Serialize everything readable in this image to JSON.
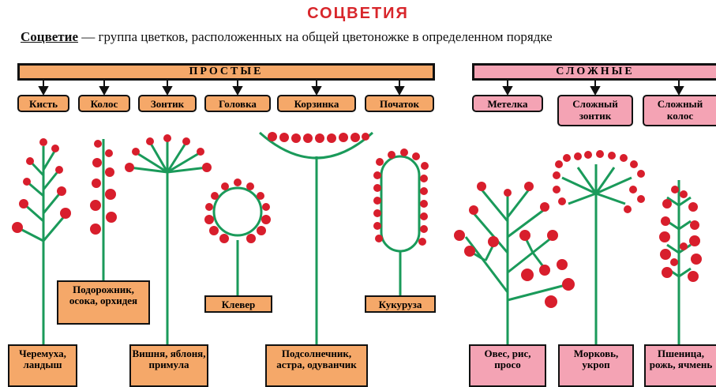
{
  "title": "СОЦВЕТИЯ",
  "definition": {
    "term": "Соцветие",
    "text": " — группа цветков, расположенных на общей цветоножке в определенном порядке"
  },
  "groups": {
    "simple": "ПРОСТЫЕ",
    "complex": "СЛОЖНЫЕ"
  },
  "types": {
    "kist": "Кисть",
    "kolos": "Колос",
    "zontik": "Зонтик",
    "golovka": "Головка",
    "korzinka": "Корзинка",
    "pochatok": "Початок",
    "metelka": "Метелка",
    "slozhny_zontik": "Сложный зонтик",
    "slozhny_kolos": "Сложный колос"
  },
  "examples": {
    "kist": "Черемуха, ландыш",
    "kolos": "Подорожник, осока, орхидея",
    "zontik": "Вишня, яблоня, примула",
    "golovka": "Клевер",
    "korzinka": "Подсолнечник, астра, одуванчик",
    "pochatok": "Кукуруза",
    "metelka": "Овес, рис, просо",
    "slozhny_zontik": "Морковь, укроп",
    "slozhny_kolos": "Пшеница, рожь, ячмень"
  },
  "colors": {
    "title": "#d8262b",
    "simple_fill": "#f5a869",
    "complex_fill": "#f4a3b4",
    "stem": "#1a9a5a",
    "flower": "#d81e2c"
  }
}
